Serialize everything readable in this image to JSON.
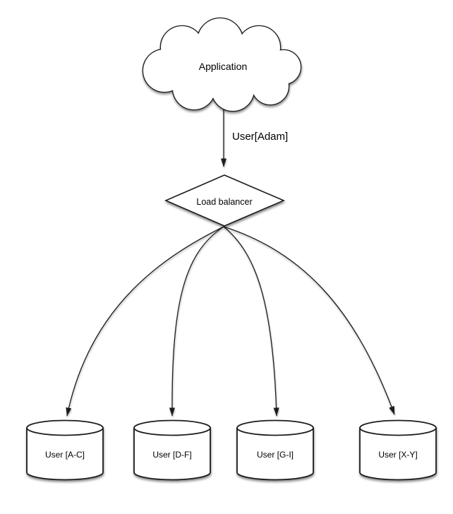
{
  "diagram": {
    "application": {
      "label": "Application"
    },
    "request_edge": {
      "label": "User[Adam]"
    },
    "load_balancer": {
      "label": "Load balancer"
    },
    "shards": [
      {
        "label": "User [A-C]"
      },
      {
        "label": "User [D-F]"
      },
      {
        "label": "User [G-I]"
      },
      {
        "label": "User [X-Y]"
      }
    ],
    "colors": {
      "stroke": "#1c1c1c",
      "shape_fill": "#ffffff",
      "background": "#ffffff",
      "text": "#000000"
    }
  }
}
